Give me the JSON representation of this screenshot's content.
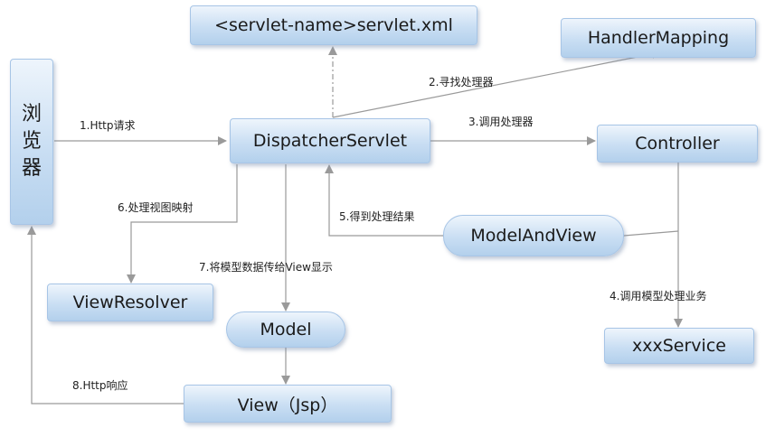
{
  "nodes": {
    "browser": [
      "浏",
      "览",
      "器"
    ],
    "servlet_xml": "<servlet-name>servlet.xml",
    "handler_mapping": "HandlerMapping",
    "dispatcher": "DispatcherServlet",
    "controller": "Controller",
    "model_and_view": "ModelAndView",
    "view_resolver": "ViewResolver",
    "model": "Model",
    "xxx_service": "xxxService",
    "view": "View（Jsp）"
  },
  "edges": {
    "e1": "1.Http请求",
    "e2": "2.寻找处理器",
    "e3": "3.调用处理器",
    "e4": "4.调用模型处理业务",
    "e5": "5.得到处理结果",
    "e6": "6.处理视图映射",
    "e7": "7.将模型数据传给View显示",
    "e8": "8.Http响应"
  },
  "colors": {
    "node_fill": "#c9def3",
    "node_border": "#a7c5e6",
    "arrow": "#9a9a9a"
  }
}
